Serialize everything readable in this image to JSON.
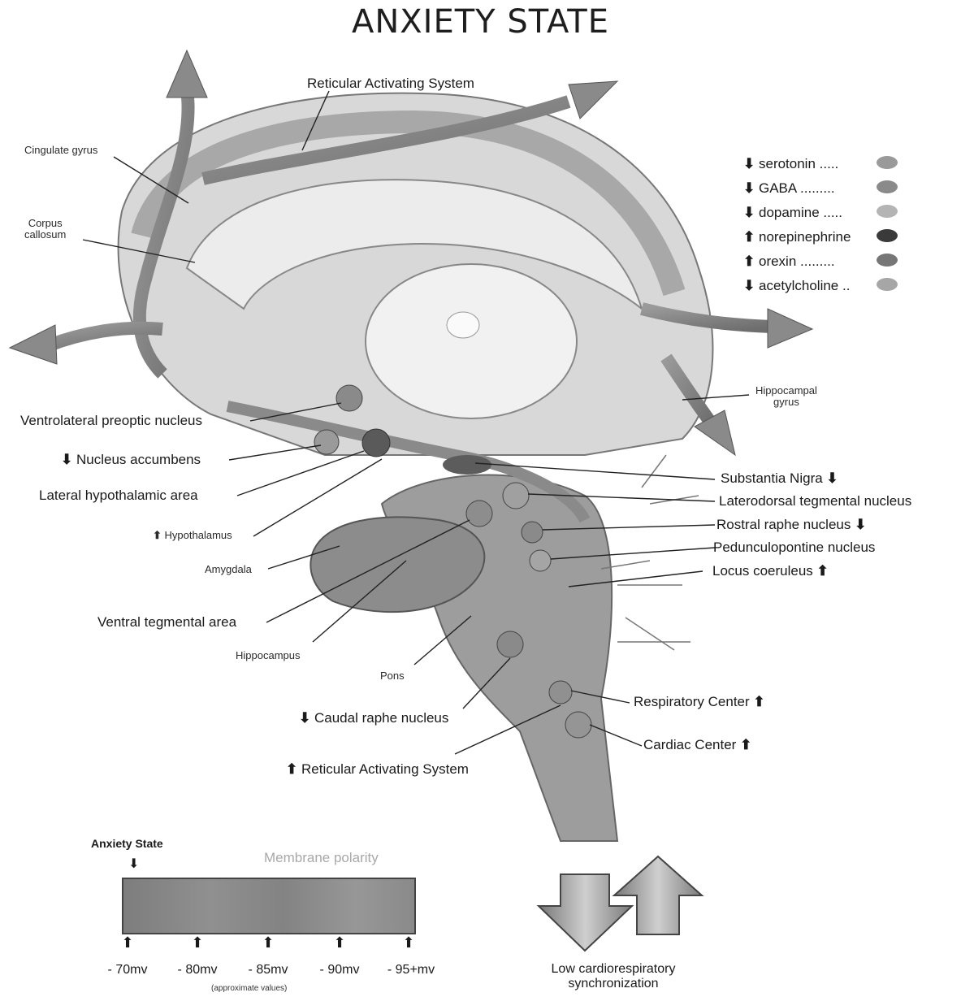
{
  "title": "ANXIETY STATE",
  "labels": {
    "reticular_top": "Reticular Activating System",
    "cingulate": "Cingulate gyrus",
    "corpus": "Corpus\ncallosum",
    "hippocampal_gyrus": "Hippocampal\ngyrus",
    "vlpo": "Ventrolateral preoptic nucleus",
    "nucleus_accumbens": "Nucleus accumbens",
    "lateral_hypo": "Lateral hypothalamic area",
    "hypothalamus": "Hypothalamus",
    "amygdala": "Amygdala",
    "vta": "Ventral tegmental area",
    "hippocampus": "Hippocampus",
    "pons": "Pons",
    "caudal_raphe": "Caudal raphe nucleus",
    "ras_bottom": "Reticular Activating System",
    "substantia_nigra": "Substantia Nigra",
    "laterodorsal": "Laterodorsal tegmental nucleus",
    "rostral_raphe": "Rostral raphe nucleus",
    "pedunculopontine": "Pedunculopontine nucleus",
    "locus_coeruleus": "Locus coeruleus",
    "respiratory": "Respiratory Center",
    "cardiac": "Cardiac Center"
  },
  "arrows": {
    "up": "⬆",
    "down": "⬇"
  },
  "legend": [
    {
      "dir": "⬇",
      "name": "serotonin",
      "dots": ".....",
      "color": "#9a9a9a"
    },
    {
      "dir": "⬇",
      "name": "GABA",
      "dots": ".........",
      "color": "#8a8a8a"
    },
    {
      "dir": "⬇",
      "name": "dopamine",
      "dots": ".....",
      "color": "#b4b4b4"
    },
    {
      "dir": "⬆",
      "name": "norepinephrine",
      "dots": "",
      "color": "#3a3a3a"
    },
    {
      "dir": "⬆",
      "name": "orexin",
      "dots": ".........",
      "color": "#777777"
    },
    {
      "dir": "⬇",
      "name": "acetylcholine",
      "dots": "..",
      "color": "#a6a6a6"
    }
  ],
  "membrane": {
    "state_label": "Anxiety State",
    "title": "Membrane polarity",
    "values": [
      "- 70mv",
      "- 80mv",
      "- 85mv",
      "- 90mv",
      "- 95+mv"
    ],
    "note": "(approximate values)"
  },
  "sync_label": "Low cardiorespiratory\nsynchronization"
}
